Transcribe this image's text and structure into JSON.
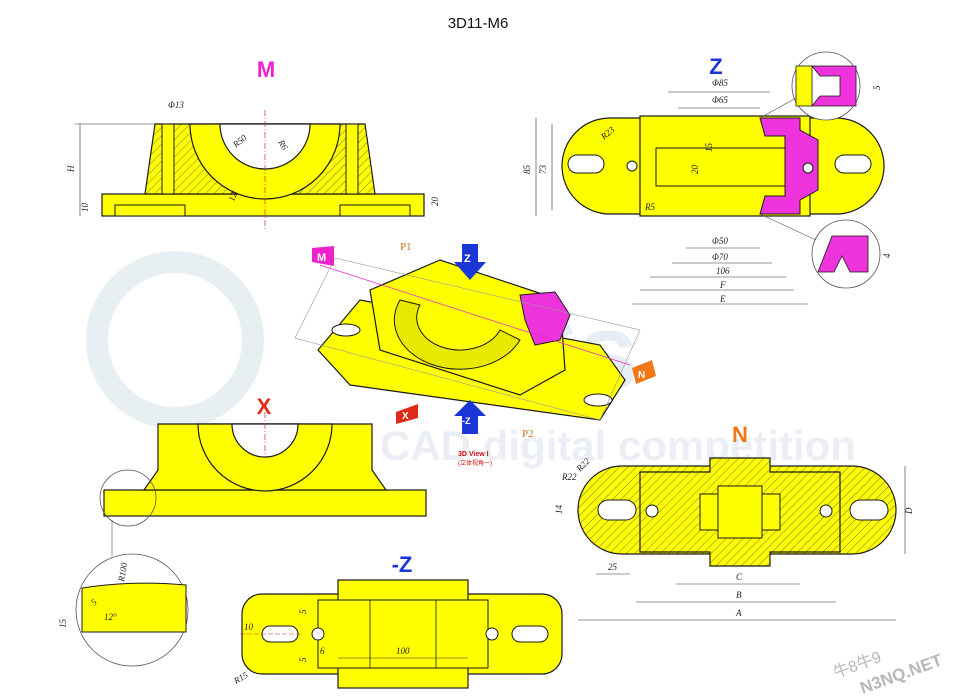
{
  "title": "3D11-M6",
  "colors": {
    "part": "#ffff00",
    "highlight": "#ee33dd",
    "outline": "#1a1a1a",
    "view_label_pink": "#ee22cc",
    "view_label_blue": "#1a36d6",
    "view_label_red": "#e02a1a",
    "view_label_orange": "#f07818",
    "watermark": "#cfd8e6"
  },
  "views": {
    "m": {
      "label": "M",
      "dims": {
        "d13": "Φ13",
        "r50": "R50",
        "r6": "R6",
        "h": "H",
        "d10": "10",
        "d20": "20",
        "d12": "12"
      }
    },
    "z": {
      "label": "Z",
      "dims": {
        "d85": "Φ85",
        "d65": "Φ65",
        "h85": "85",
        "h73": "73",
        "r23": "R23",
        "d20": "20",
        "d15": "15",
        "r5": "R5",
        "d50": "Φ50",
        "d70": "Φ70",
        "d106": "106",
        "f": "F",
        "e": "E",
        "d5": "5",
        "d4": "4"
      }
    },
    "iso": {
      "label": "3D View I",
      "sublabel": "(立体视角一)",
      "p1": "P1",
      "p2": "P2",
      "tags": {
        "m": "M",
        "z": "Z",
        "neg_z": "-Z",
        "n": "N",
        "x": "X"
      }
    },
    "x": {
      "label": "X",
      "dims": {
        "r100": "R100",
        "d15": "15",
        "d5": "5",
        "a12": "12°"
      }
    },
    "n": {
      "label": "N",
      "dims": {
        "r22a": "R22",
        "r22b": "R22",
        "d14": "14",
        "d25": "25",
        "c": "C",
        "b": "B",
        "a": "A",
        "d": "D"
      }
    },
    "neg_z": {
      "label": "-Z",
      "dims": {
        "d10": "10",
        "d5a": "5",
        "d5b": "5",
        "d6": "6",
        "d100": "100",
        "r15": "R15"
      }
    }
  },
  "watermark": {
    "logo": "TICs",
    "tagline": "CAD digital competition",
    "site": "N3NQ.NET",
    "chinese": "牛8牛9"
  }
}
